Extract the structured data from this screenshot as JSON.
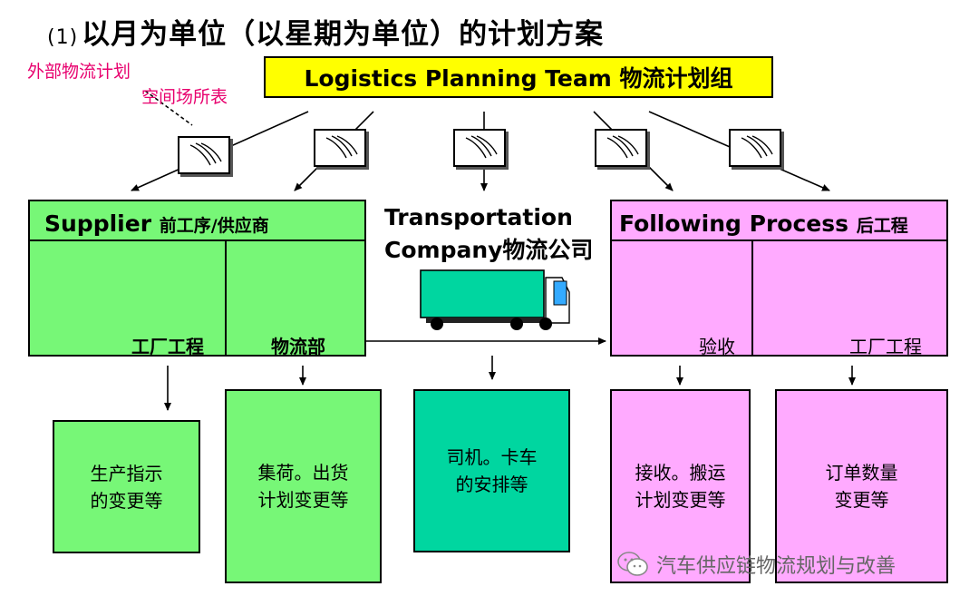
{
  "title": {
    "num": "(1)",
    "text": "以月为单位（以星期为单位）的计划方案"
  },
  "annotation": {
    "line1": "外部物流计划",
    "line2": "空间场所表"
  },
  "team": {
    "label": "Logistics Planning Team 物流计划组"
  },
  "icons": [
    "document-icon",
    "document-icon",
    "document-icon",
    "document-icon",
    "document-icon"
  ],
  "supplier": {
    "title_en": "Supplier",
    "title_cn": "前工序/供应商",
    "left_label": "工厂工程",
    "right_label": "物流部"
  },
  "transport": {
    "line1": "Transportation",
    "line2": "Company物流公司"
  },
  "following": {
    "title_en": "Following Process",
    "title_cn": "后工程",
    "left_label": "验收",
    "right_label": "工厂工程"
  },
  "outputs": [
    {
      "line1": "生产指示",
      "line2": "的变更等"
    },
    {
      "line1": "集荷。出货",
      "line2": "计划变更等"
    },
    {
      "line1": "司机。卡车",
      "line2": "的安排等"
    },
    {
      "line1": "接收。搬运",
      "line2": "计划变更等"
    },
    {
      "line1": "订单数量",
      "line2": "变更等"
    }
  ],
  "watermark": {
    "text": "汽车供应链物流规划与改善"
  },
  "colors": {
    "team": "#ffff00",
    "supplier": "#77f777",
    "transport": "#00d6a0",
    "following": "#ffaaff",
    "annotation": "#e8006e"
  }
}
